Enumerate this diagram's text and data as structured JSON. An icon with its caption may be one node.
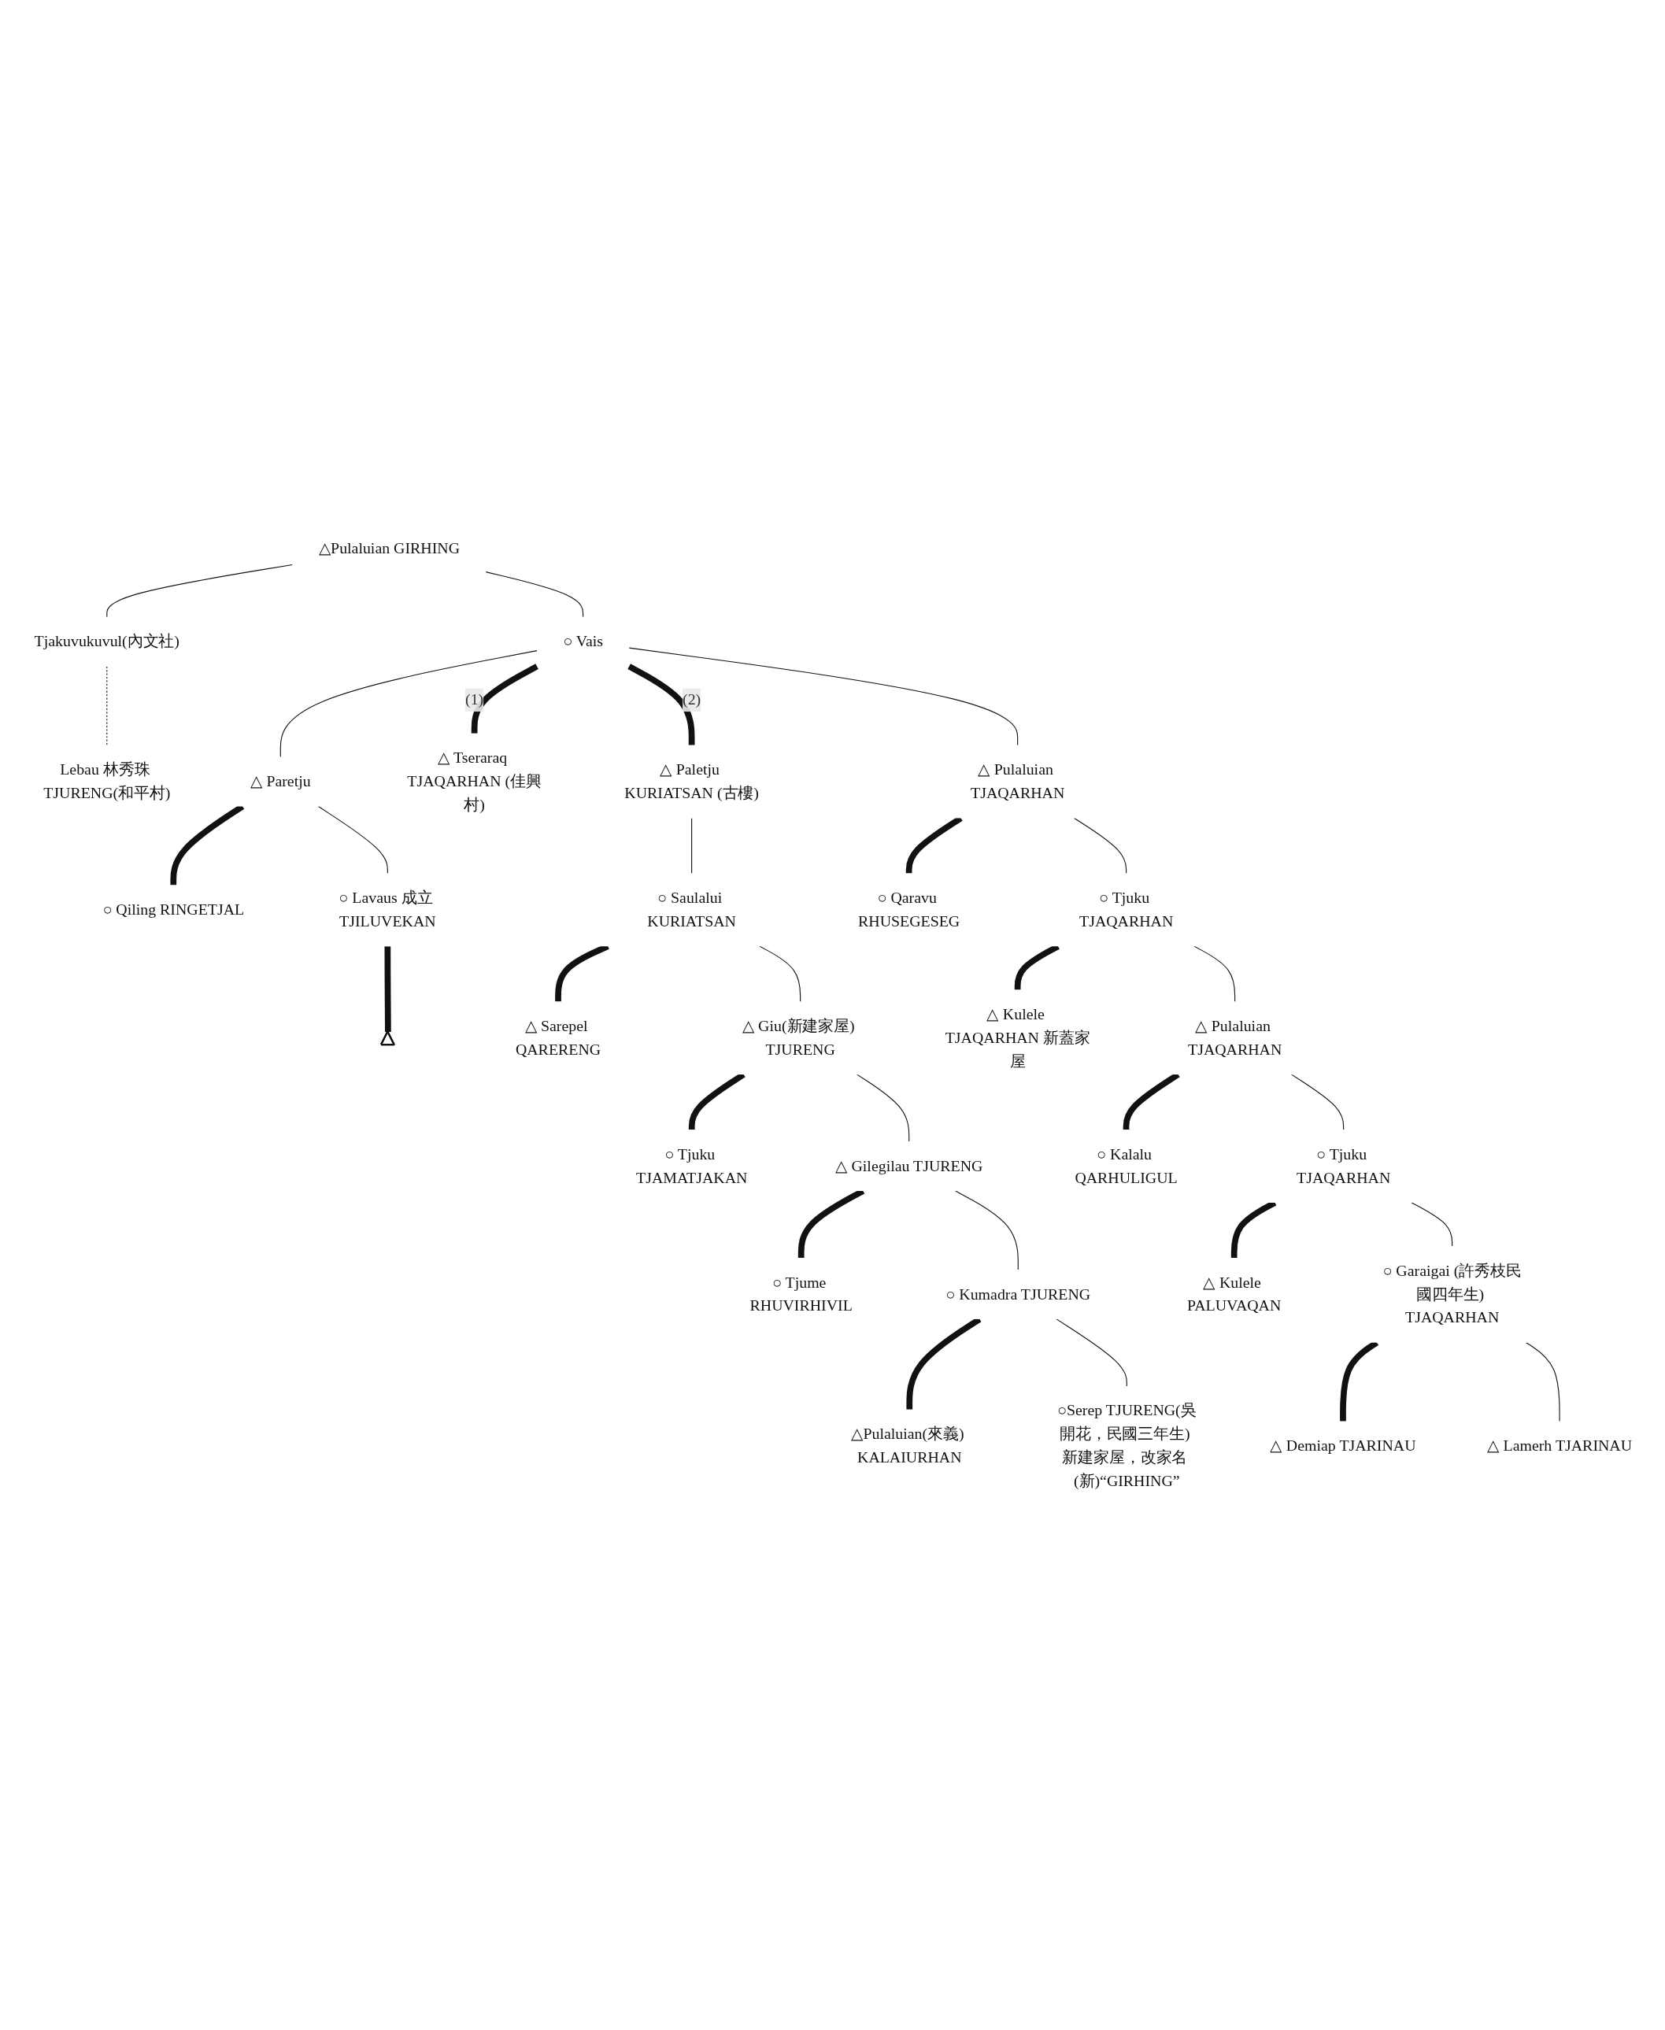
{
  "diagram": {
    "nodes": [
      {
        "text": [
          "△Pulaluian GIRHING"
        ]
      },
      {
        "text": [
          "Tjakuvukuvul(內文社)"
        ]
      },
      {
        "text": [
          "Lebau 林秀珠 TJURENG(和平村)"
        ]
      },
      {
        "text": [
          "○ Vais"
        ]
      },
      {
        "text": [
          "△ Tseraraq TJAQARHAN (佳興村)"
        ]
      },
      {
        "text": [
          "△ Pulaluian TJAQARHAN"
        ]
      },
      {
        "text": [
          "○ Qaravu RHUSEGESEG"
        ]
      },
      {
        "text": [
          "○ Tjuku TJAQARHAN"
        ]
      },
      {
        "text": [
          "△ Kulele TJAQARHAN 新蓋家屋"
        ]
      },
      {
        "text": [
          "△ Pulaluian TJAQARHAN"
        ]
      },
      {
        "text": [
          "○ Kalalu QARHULIGUL"
        ]
      },
      {
        "text": [
          "○ Tjuku TJAQARHAN"
        ]
      },
      {
        "text": [
          "△ Kulele PALUVAQAN"
        ]
      },
      {
        "text": [
          "○ Garaigai (許秀枝民國四年生) TJAQARHAN"
        ]
      },
      {
        "text": [
          "△ Demiap TJARINAU"
        ]
      },
      {
        "text": [
          "△ Lamerh TJARINAU"
        ]
      },
      {
        "text": [
          "△ Paletju KURIATSAN (古樓)"
        ]
      },
      {
        "text": [
          "○ Saulalui KURIATSAN"
        ]
      },
      {
        "text": [
          "△ Sarepel QARERENG"
        ]
      },
      {
        "text": [
          "△ Giu(新建家屋) TJURENG"
        ]
      },
      {
        "text": [
          "○ Tjuku TJAMATJAKAN"
        ]
      },
      {
        "text": [
          "△ Gilegilau TJURENG"
        ]
      },
      {
        "text": [
          "○ Tjume RHUVIRHIVIL"
        ]
      },
      {
        "text": [
          "○ Kumadra TJURENG"
        ]
      },
      {
        "text": [
          "△Pulaluian(來義) KALAIURHAN"
        ]
      },
      {
        "text": [
          "○Serep TJURENG(吳開花，民國三年生) 新建家屋，改家名 (新)“GIRHING”"
        ]
      },
      {
        "text": [
          "△ Paretju"
        ]
      },
      {
        "text": [
          "○ Qiling RINGETJAL"
        ]
      },
      {
        "text": [
          "○ Lavaus 成立 TJILUVEKAN"
        ]
      },
      {
        "text": [],
        "shape": "triangle"
      }
    ],
    "edges": [
      {
        "from": 0,
        "to": 1,
        "arrow": "none"
      },
      {
        "from": 1,
        "to": 2,
        "arrow": "none",
        "style": "dashed"
      },
      {
        "from": 0,
        "to": 3,
        "arrow": "none"
      },
      {
        "from": 3,
        "to": 26,
        "arrow": "none"
      },
      {
        "from": 3,
        "to": 4,
        "arrow": "none",
        "style": "thick",
        "label": "(1)"
      },
      {
        "from": 3,
        "to": 16,
        "arrow": "none",
        "style": "thick",
        "label": "(2)"
      },
      {
        "from": 3,
        "to": 5,
        "arrow": "none"
      },
      {
        "from": 5,
        "to": 6,
        "arrow": "none",
        "style": "thick"
      },
      {
        "from": 5,
        "to": 7,
        "arrow": "none"
      },
      {
        "from": 7,
        "to": 8,
        "arrow": "none",
        "style": "thick"
      },
      {
        "from": 7,
        "to": 9,
        "arrow": "none"
      },
      {
        "from": 9,
        "to": 10,
        "arrow": "none",
        "style": "thick"
      },
      {
        "from": 9,
        "to": 11,
        "arrow": "none"
      },
      {
        "from": 11,
        "to": 12,
        "arrow": "none",
        "style": "thick"
      },
      {
        "from": 11,
        "to": 13,
        "arrow": "none"
      },
      {
        "from": 13,
        "to": 14,
        "arrow": "none",
        "style": "thick"
      },
      {
        "from": 13,
        "to": 15,
        "arrow": "none"
      },
      {
        "from": 16,
        "to": 17,
        "arrow": "none"
      },
      {
        "from": 17,
        "to": 18,
        "arrow": "none",
        "style": "thick"
      },
      {
        "from": 17,
        "to": 19,
        "arrow": "none"
      },
      {
        "from": 19,
        "to": 20,
        "arrow": "none",
        "style": "thick"
      },
      {
        "from": 19,
        "to": 21,
        "arrow": "none"
      },
      {
        "from": 21,
        "to": 22,
        "arrow": "none",
        "style": "thick"
      },
      {
        "from": 21,
        "to": 23,
        "arrow": "none"
      },
      {
        "from": 23,
        "to": 24,
        "arrow": "none",
        "style": "thick"
      },
      {
        "from": 23,
        "to": 25,
        "arrow": "none"
      },
      {
        "from": 26,
        "to": 27,
        "arrow": "none",
        "style": "thick"
      },
      {
        "from": 26,
        "to": 28,
        "arrow": "none"
      },
      {
        "from": 28,
        "to": 29,
        "arrow": "none",
        "style": "thick"
      }
    ]
  }
}
